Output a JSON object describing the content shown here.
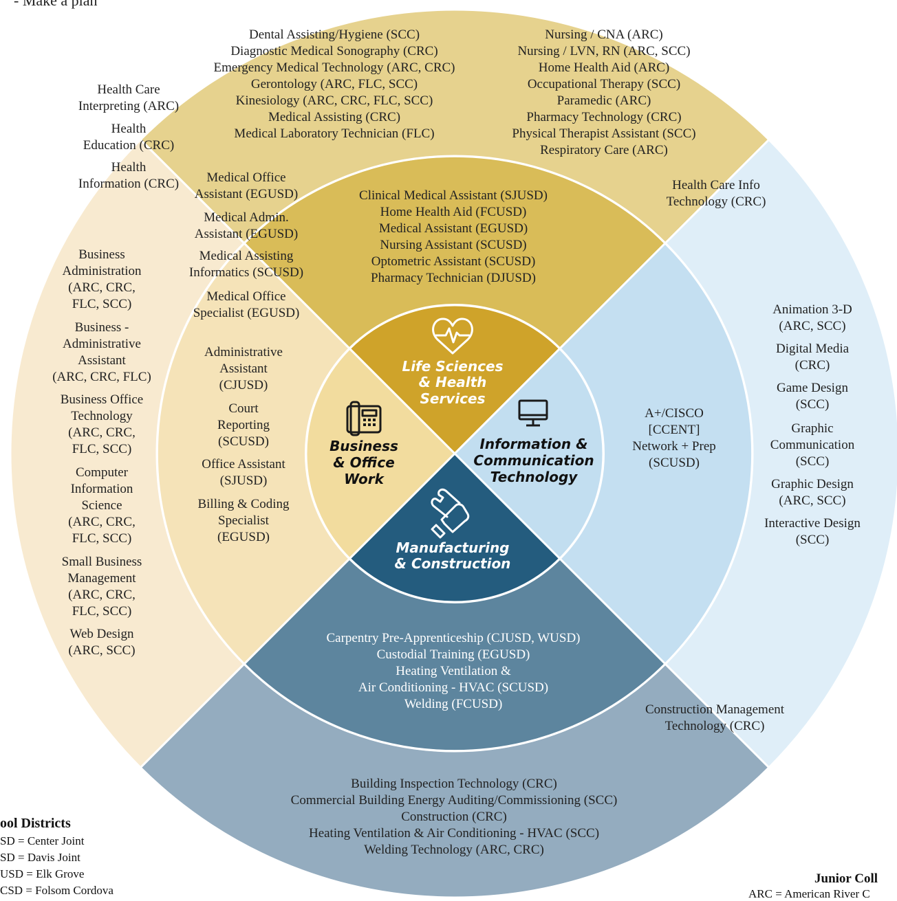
{
  "header_text": "- Make a plan",
  "colors": {
    "health_outer": "#e6d28e",
    "health_middle": "#d9bc58",
    "health_core": "#cfa32a",
    "ict_outer": "#dfeef8",
    "ict_middle": "#c4dff1",
    "ict_core": "#c2def0",
    "business_outer": "#f8ead0",
    "business_middle": "#f5e3b8",
    "business_core": "#f2dc9e",
    "manufacturing_outer": "#94acbf",
    "manufacturing_middle": "#5d859e",
    "manufacturing_core": "#245c7e",
    "ring_stroke": "#ffffff"
  },
  "core": {
    "health": {
      "icon": "heart-pulse-icon",
      "lines": [
        "Life Sciences",
        "& Health",
        "Services"
      ]
    },
    "ict": {
      "icon": "monitor-icon",
      "lines": [
        "Information &",
        "Communication",
        "Technology"
      ]
    },
    "business": {
      "icon": "desk-phone-icon",
      "lines": [
        "Business",
        "& Office",
        "Work"
      ]
    },
    "manufacturing": {
      "icon": "wrench-hand-icon",
      "lines": [
        "Manufacturing",
        "& Construction"
      ]
    }
  },
  "health_college_left": [
    "Dental Assisting/Hygiene (SCC)",
    "Diagnostic Medical Sonography (CRC)",
    "Emergency Medical Technology (ARC, CRC)",
    "Gerontology (ARC, FLC, SCC)",
    "Kinesiology (ARC, CRC, FLC, SCC)",
    "Medical Assisting (CRC)",
    "Medical Laboratory Technician (FLC)"
  ],
  "health_college_right": [
    "Nursing / CNA (ARC)",
    "Nursing / LVN, RN (ARC, SCC)",
    "Home Health Aid (ARC)",
    "Occupational Therapy (SCC)",
    "Paramedic (ARC)",
    "Pharmacy Technology (CRC)",
    "Physical Therapist Assistant (SCC)",
    "Respiratory Care (ARC)"
  ],
  "health_school": [
    "Clinical Medical Assistant (SJUSD)",
    "Home Health Aid (FCUSD)",
    "Medical Assistant (EGUSD)",
    "Nursing Assistant (SCUSD)",
    "Optometric Assistant (SCUSD)",
    "Pharmacy Technician (DJUSD)"
  ],
  "health_border_left": [
    [
      "Health Care",
      "Interpreting (ARC)"
    ],
    [
      "Health",
      "Education (CRC)"
    ],
    [
      "Health",
      "Information (CRC)"
    ]
  ],
  "health_border_right": [
    "Health Care Info",
    "Technology (CRC)"
  ],
  "business_health_school": [
    [
      "Medical Office",
      "Assistant (EGUSD)"
    ],
    [
      "Medical Admin.",
      "Assistant (EGUSD)"
    ],
    [
      "Medical Assisting",
      "Informatics (SCUSD)"
    ],
    [
      "Medical Office",
      "Specialist (EGUSD)"
    ]
  ],
  "business_school": [
    [
      "Administrative",
      "Assistant",
      "(CJUSD)"
    ],
    [
      "Court",
      "Reporting",
      "(SCUSD)"
    ],
    [
      "Office Assistant",
      "(SJUSD)"
    ],
    [
      "Billing & Coding",
      "Specialist",
      "(EGUSD)"
    ]
  ],
  "business_college": [
    [
      "Business",
      "Administration",
      "(ARC, CRC,",
      "FLC, SCC)"
    ],
    [
      "Business -",
      "Administrative",
      "Assistant",
      "(ARC, CRC, FLC)"
    ],
    [
      "Business Office",
      "Technology",
      "(ARC, CRC,",
      "FLC, SCC)"
    ],
    [
      "Computer",
      "Information",
      "Science",
      "(ARC, CRC,",
      "FLC, SCC)"
    ],
    [
      "Small Business",
      "Management",
      "(ARC, CRC,",
      "FLC, SCC)"
    ],
    [
      "Web Design",
      "(ARC, SCC)"
    ]
  ],
  "ict_school": [
    "A+/CISCO",
    "[CCENT]",
    "Network + Prep",
    "(SCUSD)"
  ],
  "ict_college": [
    [
      "Animation 3-D",
      "(ARC, SCC)"
    ],
    [
      "Digital Media",
      "(CRC)"
    ],
    [
      "Game Design",
      "(SCC)"
    ],
    [
      "Graphic",
      "Communication",
      "(SCC)"
    ],
    [
      "Graphic Design",
      "(ARC,  SCC)"
    ],
    [
      "Interactive Design",
      "(SCC)"
    ]
  ],
  "manufacturing_school": [
    "Carpentry Pre-Apprenticeship (CJUSD, WUSD)",
    "Custodial Training (EGUSD)",
    "Heating Ventilation &",
    "Air Conditioning - HVAC (SCUSD)",
    "Welding (FCUSD)"
  ],
  "manufacturing_border": [
    "Construction Management",
    "Technology (CRC)"
  ],
  "manufacturing_college": [
    "Building Inspection Technology (CRC)",
    "Commercial Building Energy Auditing/Commissioning (SCC)",
    "Construction (CRC)",
    "Heating Ventilation & Air Conditioning - HVAC (SCC)",
    "Welding Technology (ARC, CRC)"
  ],
  "legend_districts": {
    "title": "ool Districts",
    "items": [
      "SD = Center Joint",
      "SD = Davis Joint",
      "USD = Elk Grove",
      "CSD = Folsom Cordova"
    ]
  },
  "legend_colleges": {
    "title": "Junior Coll",
    "items": [
      "ARC = American River C"
    ]
  }
}
